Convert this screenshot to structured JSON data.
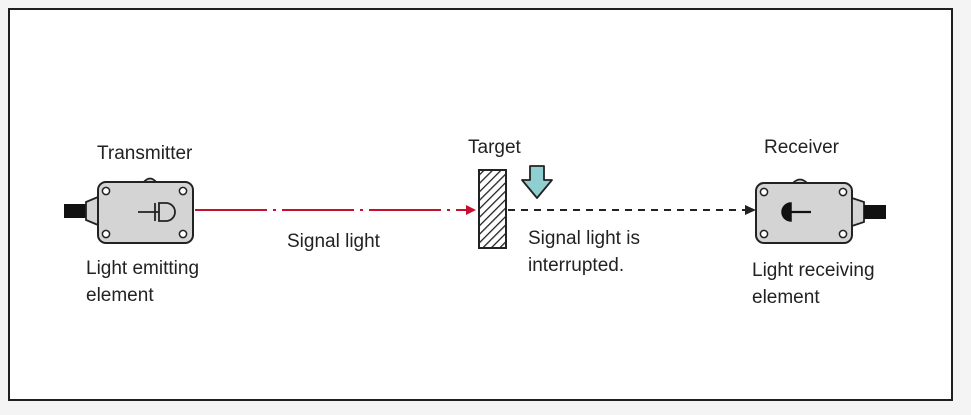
{
  "labels": {
    "transmitter": "Transmitter",
    "target": "Target",
    "receiver": "Receiver",
    "signal_light": "Signal light",
    "interrupted_line1": "Signal light is",
    "interrupted_line2": "interrupted.",
    "emitting_line1": "Light emitting",
    "emitting_line2": "element",
    "receiving_line1": "Light receiving",
    "receiving_line2": "element"
  },
  "colors": {
    "signal_beam": "#c8102e",
    "blocked_beam": "#222222",
    "device_fill": "#d4d4d4",
    "arrow_fill": "#8fcfd1",
    "outline": "#222222"
  },
  "icons": {
    "down_arrow": "down-arrow-icon",
    "emitter_symbol": "emitter-icon",
    "receiver_symbol": "receiver-icon"
  }
}
